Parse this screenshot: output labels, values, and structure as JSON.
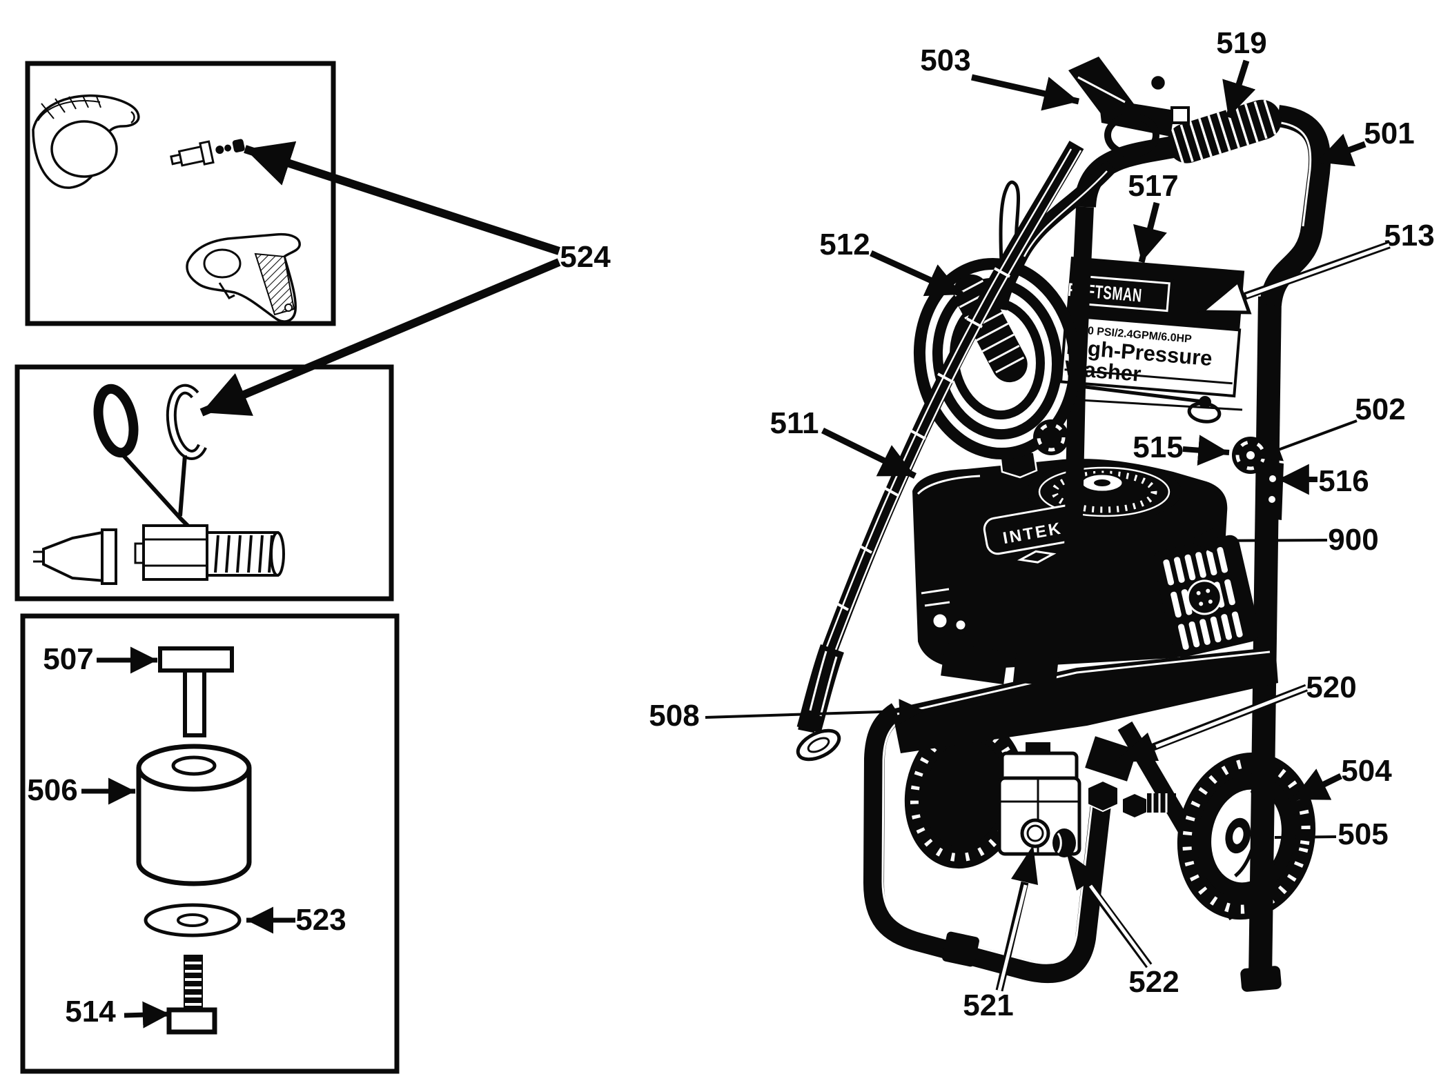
{
  "figure": {
    "panel": {
      "logo": "CRAFTSMAN",
      "spec": "2400 PSI/2.4GPM/6.0HP",
      "title1": "High-Pressure",
      "title2": "Washer"
    },
    "engine": {
      "brand": "INTEK"
    },
    "callouts": {
      "c501": "501",
      "c502": "502",
      "c503": "503",
      "c504": "504",
      "c505": "505",
      "c506": "506",
      "c507": "507",
      "c508": "508",
      "c511": "511",
      "c512": "512",
      "c513": "513",
      "c514": "514",
      "c515": "515",
      "c516": "516",
      "c517": "517",
      "c519": "519",
      "c520": "520",
      "c521": "521",
      "c522": "522",
      "c523": "523",
      "c524": "524",
      "c900": "900"
    }
  }
}
